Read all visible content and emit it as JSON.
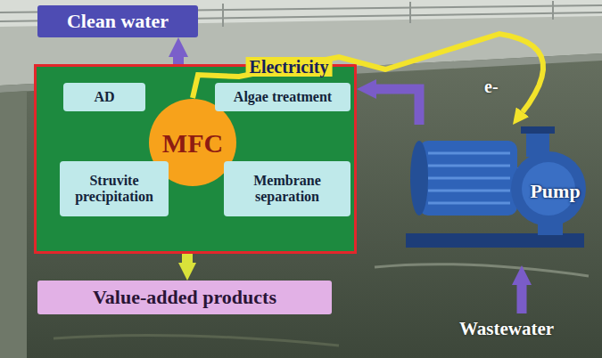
{
  "diagram": {
    "nodes": [
      {
        "text": [
          "Clean water"
        ]
      },
      {
        "text": []
      },
      {
        "text": [
          "AD"
        ],
        "in": 1
      },
      {
        "text": [
          "Algae treatment"
        ],
        "in": 1
      },
      {
        "text": [
          "MFC"
        ],
        "in": 1
      },
      {
        "text": [
          "Struvite precipitation"
        ],
        "in": 1
      },
      {
        "text": [
          "Membrane separation"
        ],
        "in": 1
      },
      {
        "text": [
          "Pump"
        ]
      },
      {
        "text": [
          "Value-added products"
        ]
      }
    ],
    "edges": [
      {
        "from": 1,
        "to": 0,
        "arrow": "to"
      },
      {
        "from": 1,
        "to": 8,
        "arrow": "to"
      },
      {
        "from": 7,
        "to": 1,
        "arrow": "to"
      },
      {
        "from": 4,
        "to": 7,
        "label": "Electricity",
        "arrow": "to"
      }
    ],
    "labels": [
      "Wastewater",
      "e-"
    ]
  }
}
